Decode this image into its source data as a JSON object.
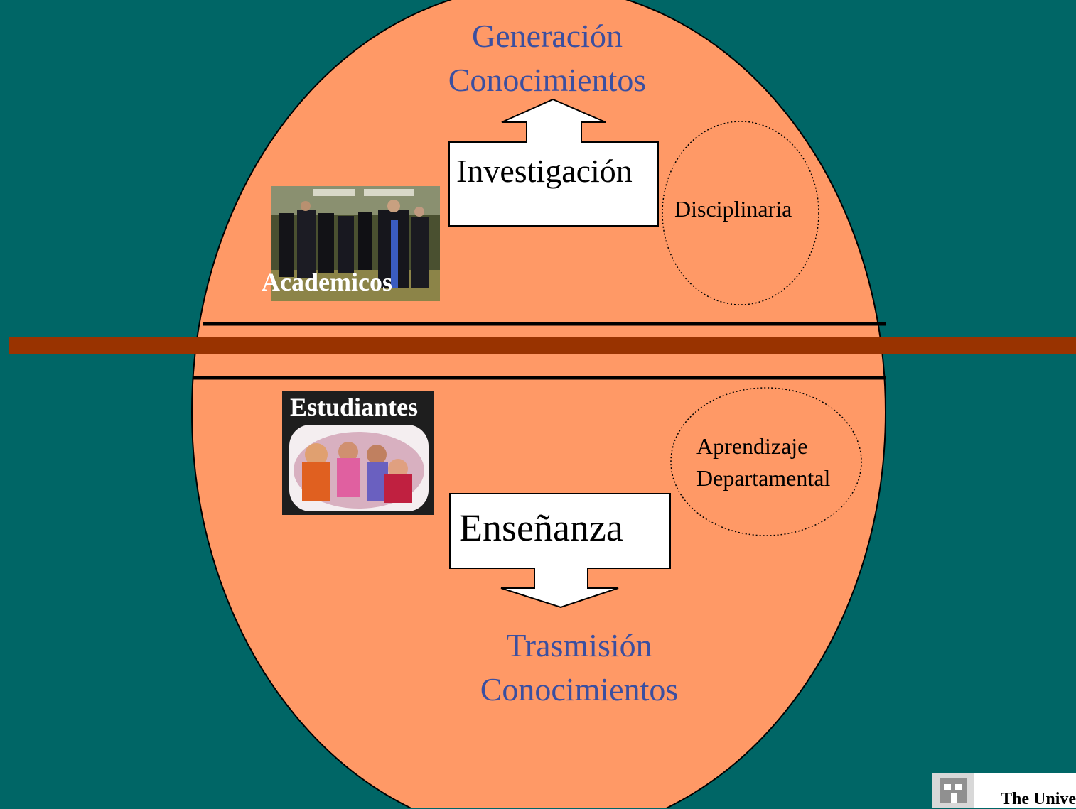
{
  "top": {
    "outcome_line1": "Generación",
    "outcome_line2": "Conocimientos",
    "activity": "Investigación",
    "scope": "Disciplinaria",
    "photo_label": "Academicos"
  },
  "bottom": {
    "outcome_line1": "Trasmisión",
    "outcome_line2": "Conocimientos",
    "activity": "Enseñanza",
    "scope_line1": "Aprendizaje",
    "scope_line2": "Departamental",
    "photo_label": "Estudiantes"
  },
  "footer": {
    "institution_text": "The Unive"
  },
  "colors": {
    "background": "#006666",
    "ellipse": "#ff9966",
    "divider": "#993300",
    "outcome_text": "#3b4fa0"
  }
}
